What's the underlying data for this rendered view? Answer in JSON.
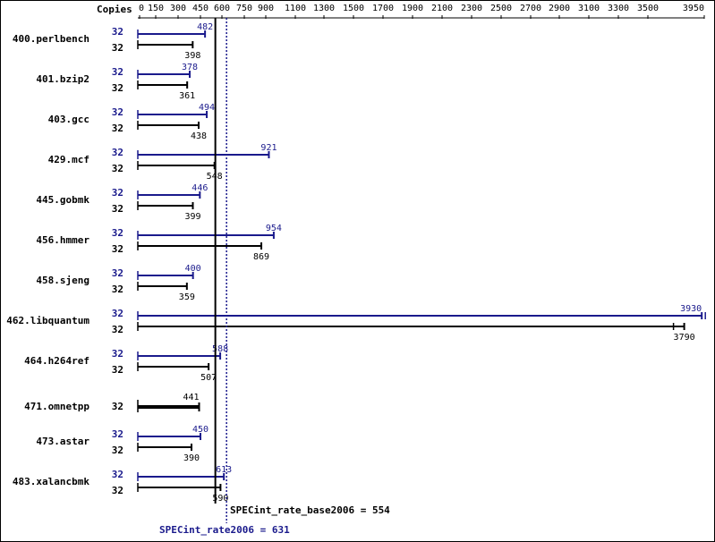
{
  "chart_data": {
    "type": "bar",
    "orientation": "horizontal",
    "header": {
      "copies_label": "Copies"
    },
    "x_ticks": [
      0,
      150,
      300,
      450,
      600,
      750,
      900,
      1100,
      1300,
      1500,
      1700,
      1900,
      2100,
      2300,
      2500,
      2700,
      2900,
      3100,
      3300,
      3500,
      3950
    ],
    "xlim": [
      0,
      3950
    ],
    "colors": {
      "peak": "#1a1a8c",
      "base": "#000000"
    },
    "categories": [
      "400.perlbench",
      "401.bzip2",
      "403.gcc",
      "429.mcf",
      "445.gobmk",
      "456.hmmer",
      "458.sjeng",
      "462.libquantum",
      "464.h264ref",
      "471.omnetpp",
      "473.astar",
      "483.xalancbmk"
    ],
    "series": [
      {
        "key": "peak",
        "copies": [
          "32",
          "32",
          "32",
          "32",
          "32",
          "32",
          "32",
          "32",
          "32",
          "",
          "32",
          "32"
        ],
        "values": [
          482,
          378,
          494,
          921,
          446,
          954,
          400,
          3930,
          588,
          null,
          450,
          613
        ]
      },
      {
        "key": "base",
        "copies": [
          "32",
          "32",
          "32",
          "32",
          "32",
          "32",
          "32",
          "32",
          "32",
          "32",
          "32",
          "32"
        ],
        "values": [
          398,
          361,
          438,
          548,
          399,
          869,
          359,
          3790,
          507,
          441,
          390,
          590
        ]
      }
    ],
    "summary": {
      "base_text": "SPECint_rate_base2006 = 554",
      "base_value": 554,
      "peak_text": "SPECint_rate2006 = 631",
      "peak_value": 631
    }
  }
}
